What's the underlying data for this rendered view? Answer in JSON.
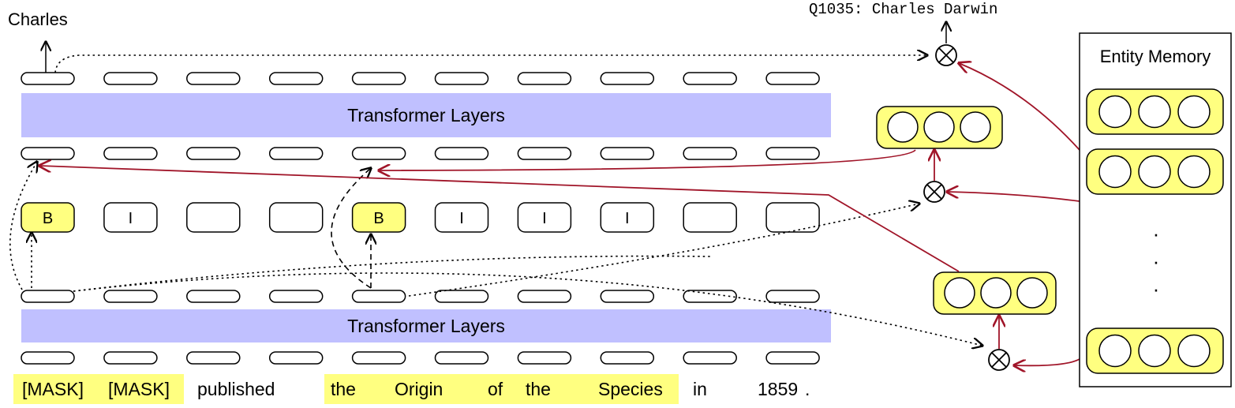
{
  "top_output_label": "Charles",
  "entity_output_label": "Q1035: Charles Darwin",
  "upper_layer_label": "Transformer Layers",
  "lower_layer_label": "Transformer Layers",
  "memory_title": "Entity Memory",
  "memory_ellipsis": [
    "·",
    "·",
    "·"
  ],
  "bio_tags": [
    "B",
    "I",
    "",
    "",
    "B",
    "I",
    "I",
    "I",
    "",
    ""
  ],
  "tokens": [
    "[MASK]",
    "[MASK]",
    "published",
    "the",
    "Origin",
    "of",
    "the",
    "Species",
    "in",
    "1859",
    "."
  ],
  "op_symbol": "⊗",
  "colors": {
    "layer_fill": "#c0c0ff",
    "highlight": "#ffff80",
    "memory_arrow": "#a01428",
    "output_label": "#a01428"
  }
}
